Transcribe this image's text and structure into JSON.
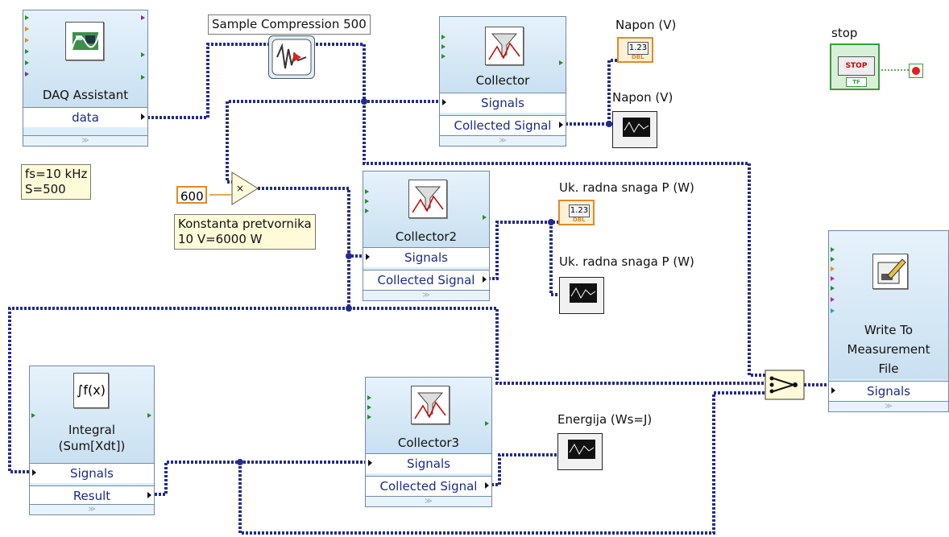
{
  "daq_assistant": {
    "title": "DAQ Assistant",
    "output": "data"
  },
  "sample_compression": {
    "label": "Sample Compression 500"
  },
  "collector1": {
    "title": "Collector",
    "input": "Signals",
    "output": "Collected Signal"
  },
  "collector2": {
    "title": "Collector2",
    "input": "Signals",
    "output": "Collected Signal"
  },
  "collector3": {
    "title": "Collector3",
    "input": "Signals",
    "output": "Collected Signal"
  },
  "integral": {
    "title_line1": "Integral",
    "title_line2": "(Sum[Xdt])",
    "input": "Signals",
    "output": "Result"
  },
  "write_file": {
    "title_line1": "Write To",
    "title_line2": "Measurement",
    "title_line3": "File",
    "input": "Signals"
  },
  "notes": {
    "fs": "fs=10 kHz",
    "s": "S=500",
    "konst1": "Konstanta pretvornika",
    "konst2": "10 V=6000 W"
  },
  "constant": {
    "value": "600"
  },
  "indicators": {
    "napon_num": "Napon (V)",
    "napon_graph": "Napon (V)",
    "snaga_num": "Uk. radna snaga P (W)",
    "snaga_graph": "Uk. radna snaga P (W)",
    "energija_graph": "Energija (Ws=J)",
    "num_display": "1.23",
    "dbl_tag": "DBL"
  },
  "stop": {
    "label": "stop",
    "button": "STOP",
    "tf_tag": "TF"
  },
  "colors": {
    "wire": "#232c8c",
    "vi_body": "#dceefa",
    "indicator_orange": "#e08a26",
    "note_yellow": "#fffbd8"
  }
}
